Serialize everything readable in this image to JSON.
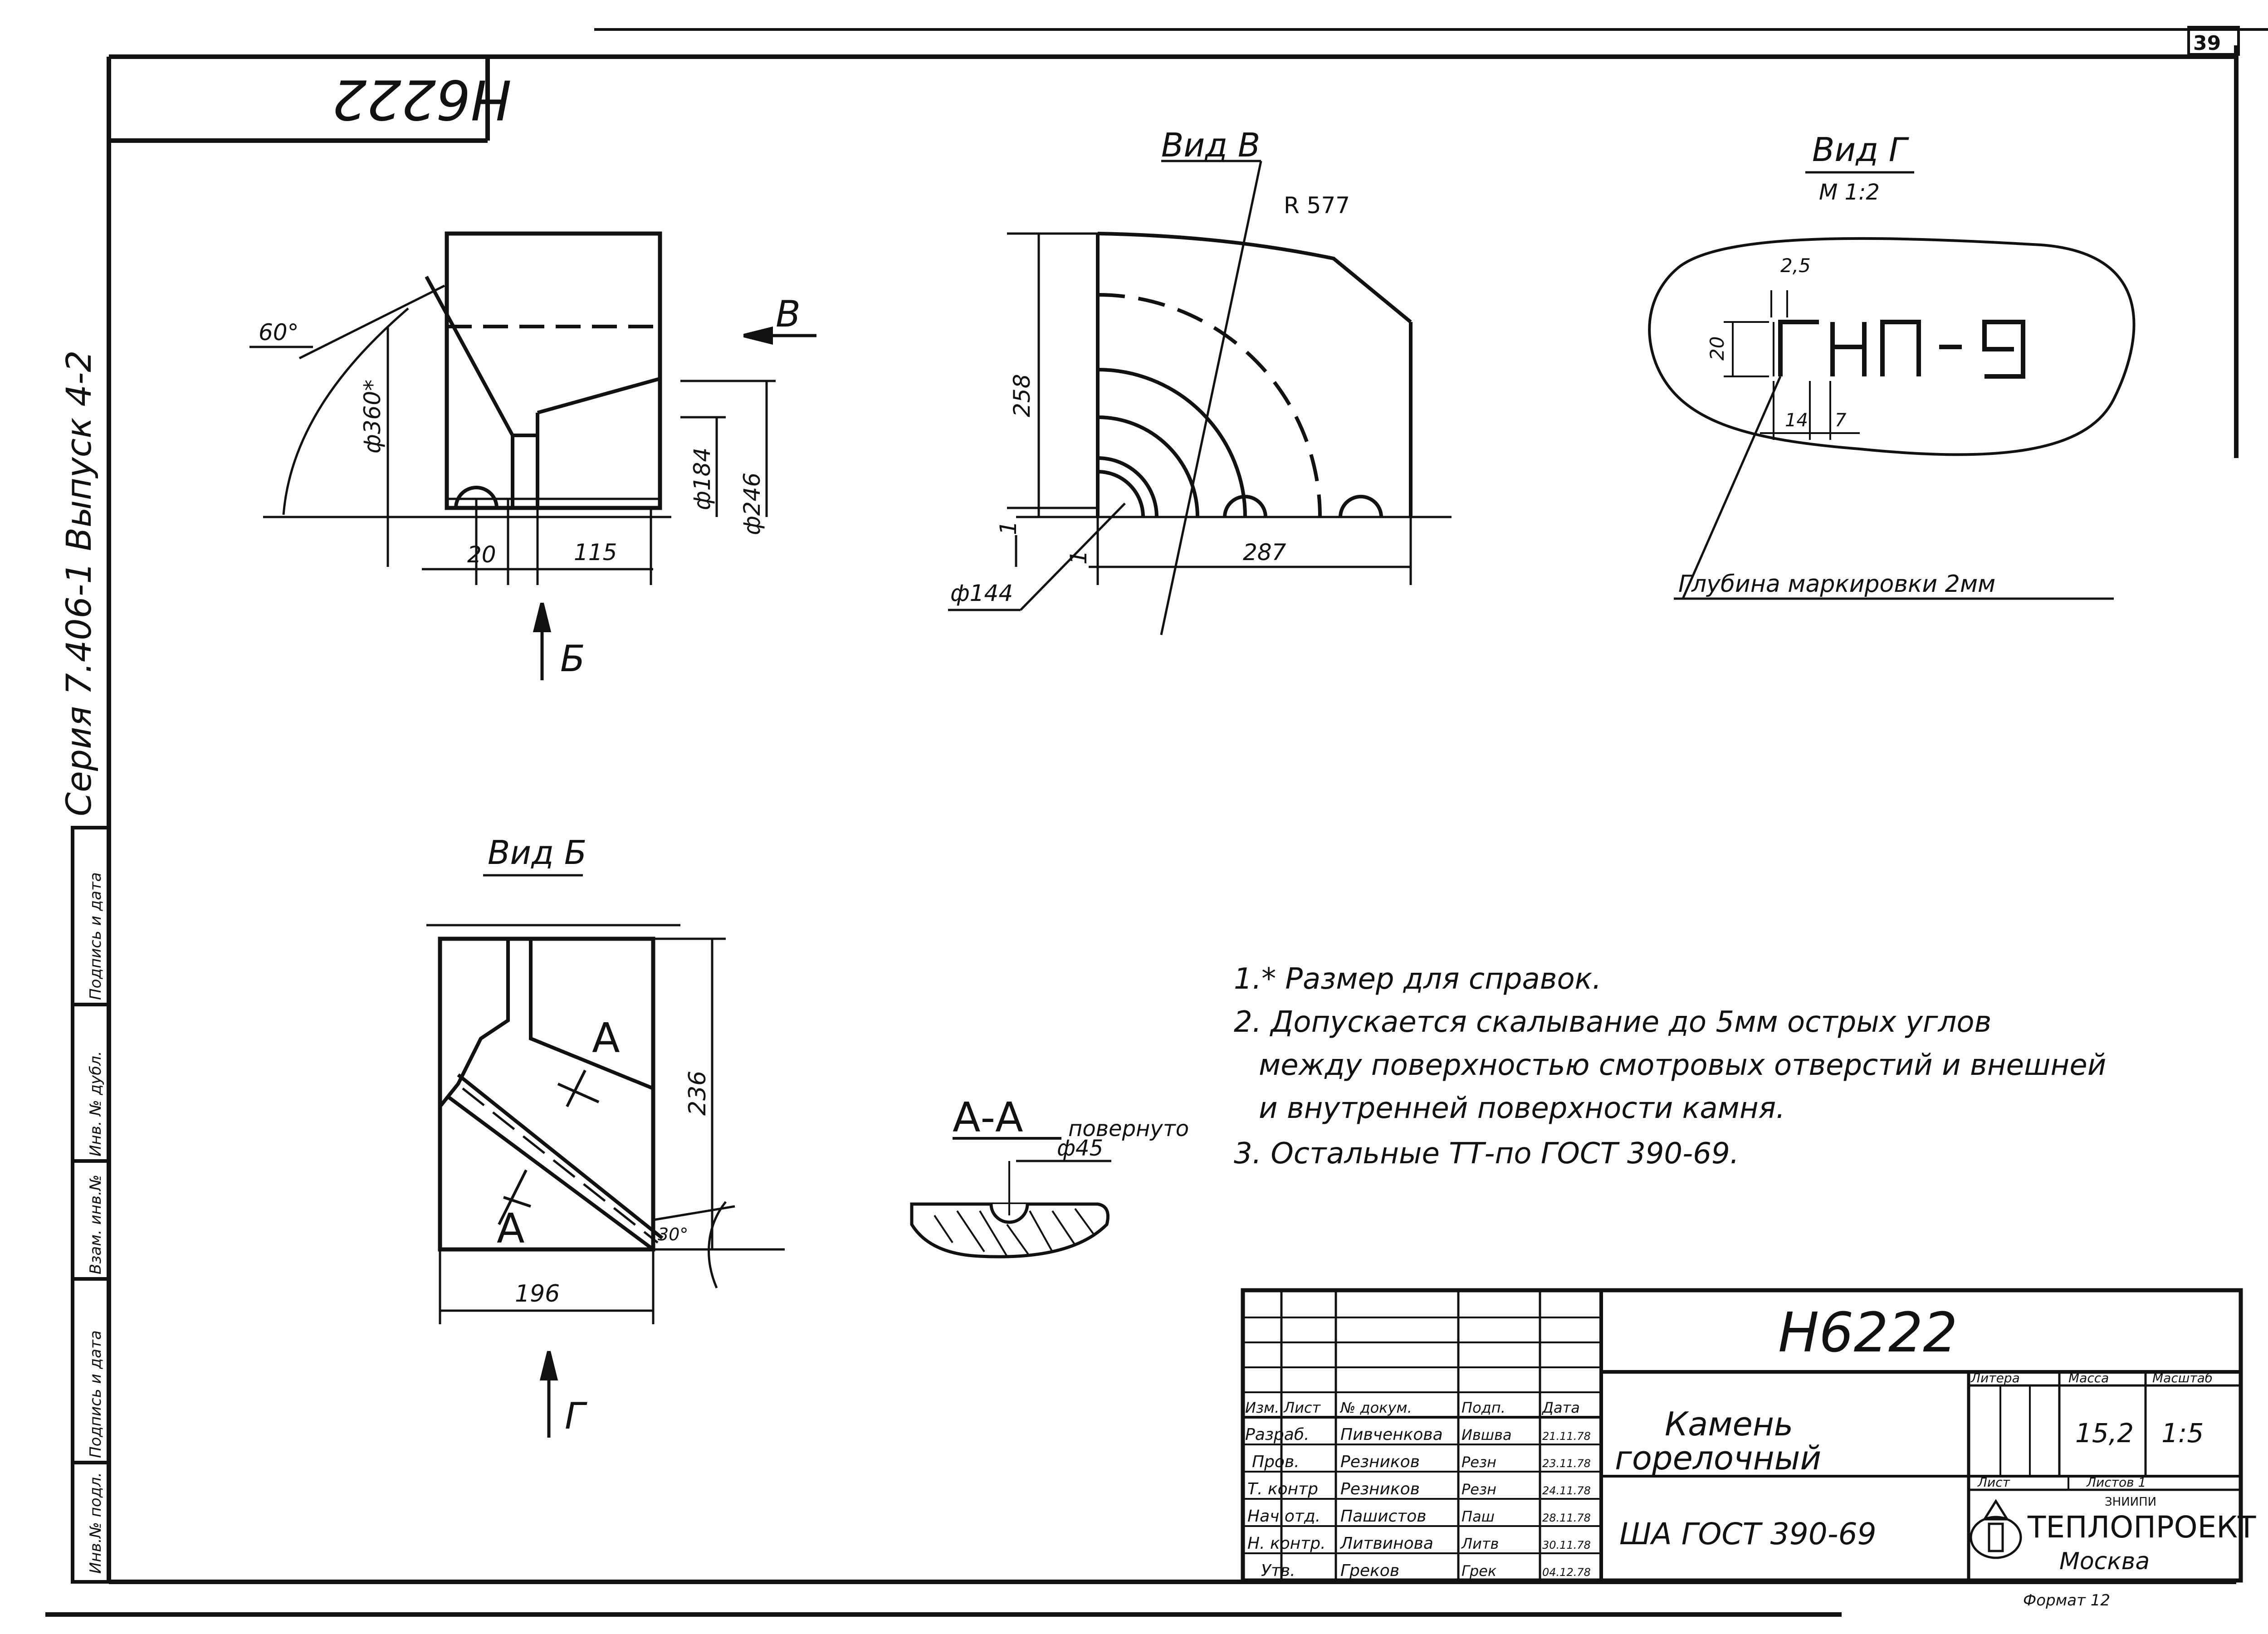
{
  "sheet": {
    "page_number": "39",
    "stamp_code": "Н6222",
    "side_series": "Серия 7.406-1   Выпуск 4-2",
    "side_cells": [
      "Инв.№ подл.",
      "Подпись и дата",
      "Взам. инв.№",
      "Инв. № дубл.",
      "Подпись и дата"
    ]
  },
  "views": {
    "main": {
      "angle": "60°",
      "dia_360": "ф360*",
      "dim_20": "20",
      "dim_115": "115",
      "dia_184": "ф184",
      "dia_246": "ф246",
      "arrow_v": "В",
      "arrow_b": "Б"
    },
    "view_v": {
      "title": "Вид В",
      "radius": "R 577",
      "dim_258": "258",
      "dim_287": "287",
      "dia_144": "ф144",
      "dim_1a": "1",
      "dim_1b": "1"
    },
    "view_g": {
      "title": "Вид Г",
      "scale": "М 1:2",
      "marking": "ГНП-9",
      "dim_25": "2,5",
      "dim_20": "20",
      "dim_14": "14",
      "dim_7": "7",
      "depth_note": "Глубина маркировки 2мм"
    },
    "view_b": {
      "title": "Вид Б",
      "dim_236": "236",
      "dim_196": "196",
      "angle": "30°",
      "cut_a1": "А",
      "cut_a2": "А",
      "arrow_g": "Г"
    },
    "section_aa": {
      "title": "А-А",
      "rotated": "повернуто",
      "dia_45": "ф45"
    }
  },
  "notes": [
    "1.* Размер для справок.",
    "2. Допускается скалывание до 5мм острых углов",
    "между поверхностью смотровых отверстий и внешней",
    "и внутренней поверхности камня.",
    "3. Остальные ТТ-по ГОСТ 390-69."
  ],
  "title_block": {
    "designation": "Н6222",
    "name_line1": "Камень",
    "name_line2": "горелочный",
    "material": "ША ГОСТ 390-69",
    "col_litera": "Литера",
    "col_mass": "Масса",
    "col_scale": "Масштаб",
    "mass": "15,2",
    "scale": "1:5",
    "sheet_label": "Лист",
    "sheets_label": "Листов 1",
    "org_small": "ЗНИИПИ",
    "org": "ТЕПЛОПРОЕКТ",
    "city": "Москва",
    "format": "Формат 12",
    "headers": [
      "Изм.",
      "Лист",
      "№ докум.",
      "Подп.",
      "Дата"
    ],
    "rows": [
      {
        "role": "Разраб.",
        "name": "Пивченкова",
        "sig": "Ившва",
        "date": "21.11.78"
      },
      {
        "role": "Пров.",
        "name": "Резников",
        "sig": "Резн",
        "date": "23.11.78"
      },
      {
        "role": "Т. контр",
        "name": "Резников",
        "sig": "Резн",
        "date": "24.11.78"
      },
      {
        "role": "Нач.отд.",
        "name": "Пашистов",
        "sig": "Паш",
        "date": "28.11.78"
      },
      {
        "role": "Н. контр.",
        "name": "Литвинова",
        "sig": "Литв",
        "date": "30.11.78"
      },
      {
        "role": "Утв.",
        "name": "Греков",
        "sig": "Грек",
        "date": "04.12.78"
      }
    ]
  }
}
